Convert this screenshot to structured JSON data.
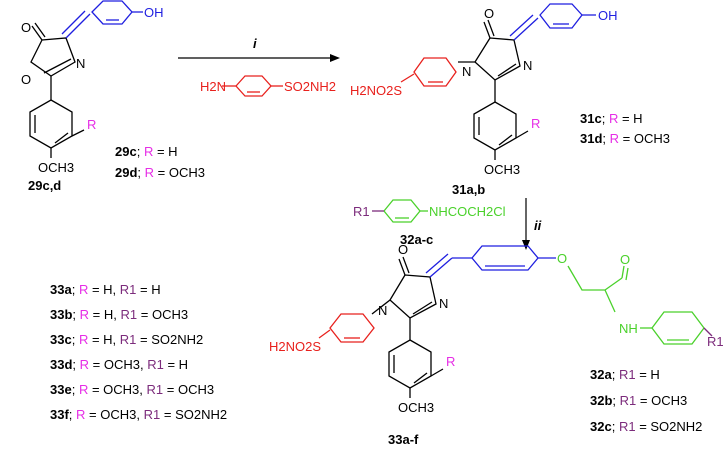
{
  "colors": {
    "black": "#000000",
    "blue": "#1f1fe0",
    "red": "#e8211d",
    "magenta": "#e62ee6",
    "purple": "#7c2c7c",
    "green": "#4ad12b"
  },
  "compound_29": {
    "label": "29c,d",
    "atoms": {
      "carbonyl_O": "O",
      "ring_O": "O",
      "ring_N": "N",
      "hydroxyl": "OH",
      "R": "R",
      "methoxy": "OCH3"
    },
    "variants": [
      {
        "id": "29c",
        "R_label": "R",
        "eq": "= H"
      },
      {
        "id": "29d",
        "R_label": "R",
        "eq": "= OCH3"
      }
    ]
  },
  "reagent_i": {
    "step": "i",
    "amine": "H2N",
    "sulfonamide": "SO2NH2"
  },
  "compound_31": {
    "label": "31a,b",
    "atoms": {
      "carbonyl_O": "O",
      "N1": "N",
      "N3": "N",
      "hydroxyl": "OH",
      "sulfonamide": "H2NO2S",
      "R": "R",
      "methoxy": "OCH3"
    },
    "variants": [
      {
        "id": "31c",
        "R_label": "R",
        "eq": "= H"
      },
      {
        "id": "31d",
        "R_label": "R",
        "eq": "= OCH3"
      }
    ]
  },
  "reagent_ii": {
    "step": "ii",
    "R1": "R1",
    "chain": "NHCOCH2Cl",
    "label": "32a-c"
  },
  "compound_33": {
    "label": "33a-f",
    "atoms": {
      "carbonyl_O": "O",
      "N1": "N",
      "N3": "N",
      "ether_O": "O",
      "amide_O": "O",
      "amide_NH": "NH",
      "sulfonamide": "H2NO2S",
      "R": "R",
      "R1": "R1",
      "methoxy": "OCH3"
    },
    "variants": [
      {
        "id": "33a",
        "R_label": "R",
        "R_eq": "= H,",
        "R1_label": "R1",
        "R1_eq": "= H"
      },
      {
        "id": "33b",
        "R_label": "R",
        "R_eq": "= H,",
        "R1_label": "R1",
        "R1_eq": "= OCH3"
      },
      {
        "id": "33c",
        "R_label": "R",
        "R_eq": "= H,",
        "R1_label": "R1",
        "R1_eq": "= SO2NH2"
      },
      {
        "id": "33d",
        "R_label": "R",
        "R_eq": "= OCH3,",
        "R1_label": "R1",
        "R1_eq": "= H"
      },
      {
        "id": "33e",
        "R_label": "R",
        "R_eq": "= OCH3,",
        "R1_label": "R1",
        "R1_eq": "= OCH3"
      },
      {
        "id": "33f",
        "R_label": "R",
        "R_eq": "= OCH3,",
        "R1_label": "R1",
        "R1_eq": "= SO2NH2"
      }
    ]
  },
  "compound_32": {
    "variants": [
      {
        "id": "32a",
        "R1_label": "R1",
        "eq": "= H"
      },
      {
        "id": "32b",
        "R1_label": "R1",
        "eq": "= OCH3"
      },
      {
        "id": "32c",
        "R1_label": "R1",
        "eq": "= SO2NH2"
      }
    ]
  }
}
